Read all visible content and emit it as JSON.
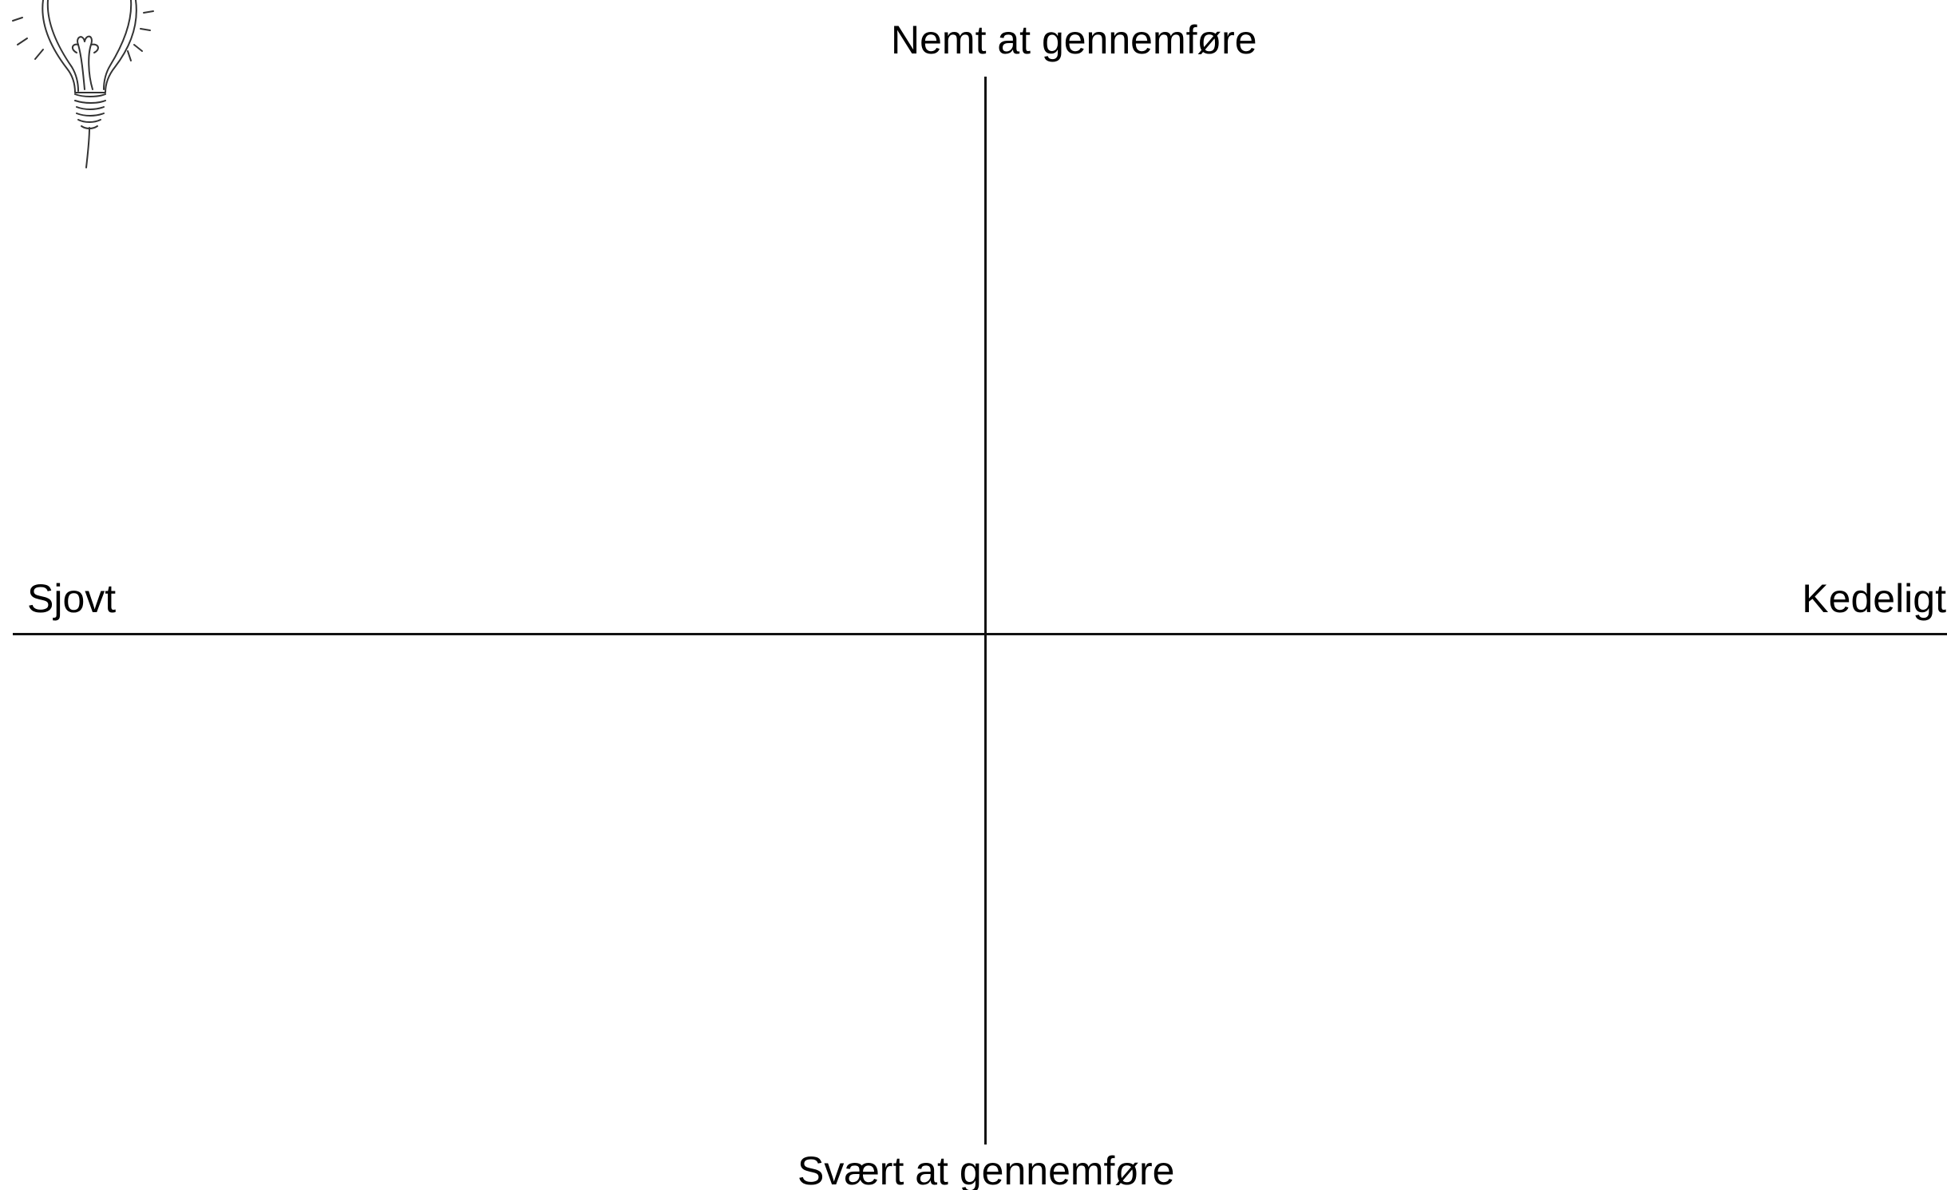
{
  "quadrant": {
    "top_label": "Nemt at gennemføre",
    "bottom_label": "Svært at gennemføre",
    "left_label": "Sjovt",
    "right_label": "Kedeligt"
  },
  "decoration": {
    "icon": "lightbulb-icon"
  },
  "colors": {
    "ink": "#111111",
    "background": "#ffffff"
  }
}
